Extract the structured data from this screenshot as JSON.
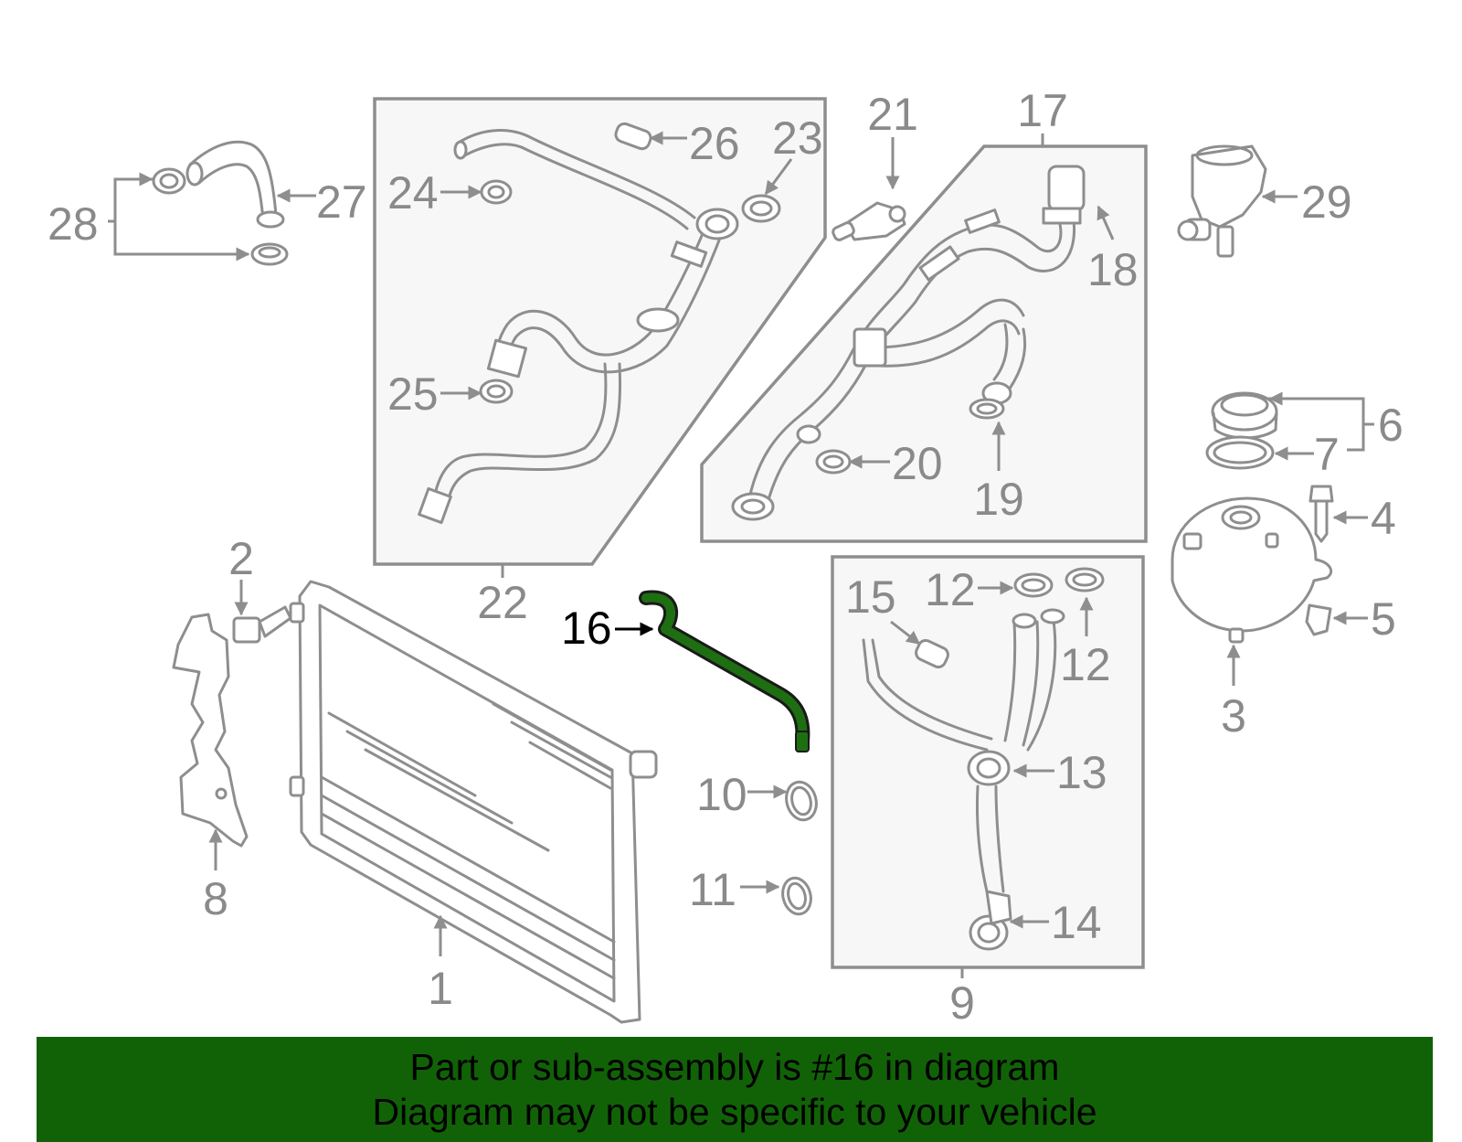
{
  "callouts": {
    "c1": "1",
    "c2": "2",
    "c3": "3",
    "c4": "4",
    "c5": "5",
    "c6": "6",
    "c7": "7",
    "c8": "8",
    "c9": "9",
    "c10": "10",
    "c11": "11",
    "c12a": "12",
    "c12b": "12",
    "c13": "13",
    "c14": "14",
    "c15": "15",
    "c16": "16",
    "c17": "17",
    "c18": "18",
    "c19": "19",
    "c20": "20",
    "c21": "21",
    "c22": "22",
    "c23": "23",
    "c24": "24",
    "c25": "25",
    "c26": "26",
    "c27": "27",
    "c28": "28",
    "c29": "29"
  },
  "highlight": {
    "part_number": "16",
    "color": "#1e6e12"
  },
  "banner": {
    "line1": "Part or sub-assembly is #16 in diagram",
    "line2": "Diagram may not be specific to your vehicle",
    "background": "#116207"
  }
}
